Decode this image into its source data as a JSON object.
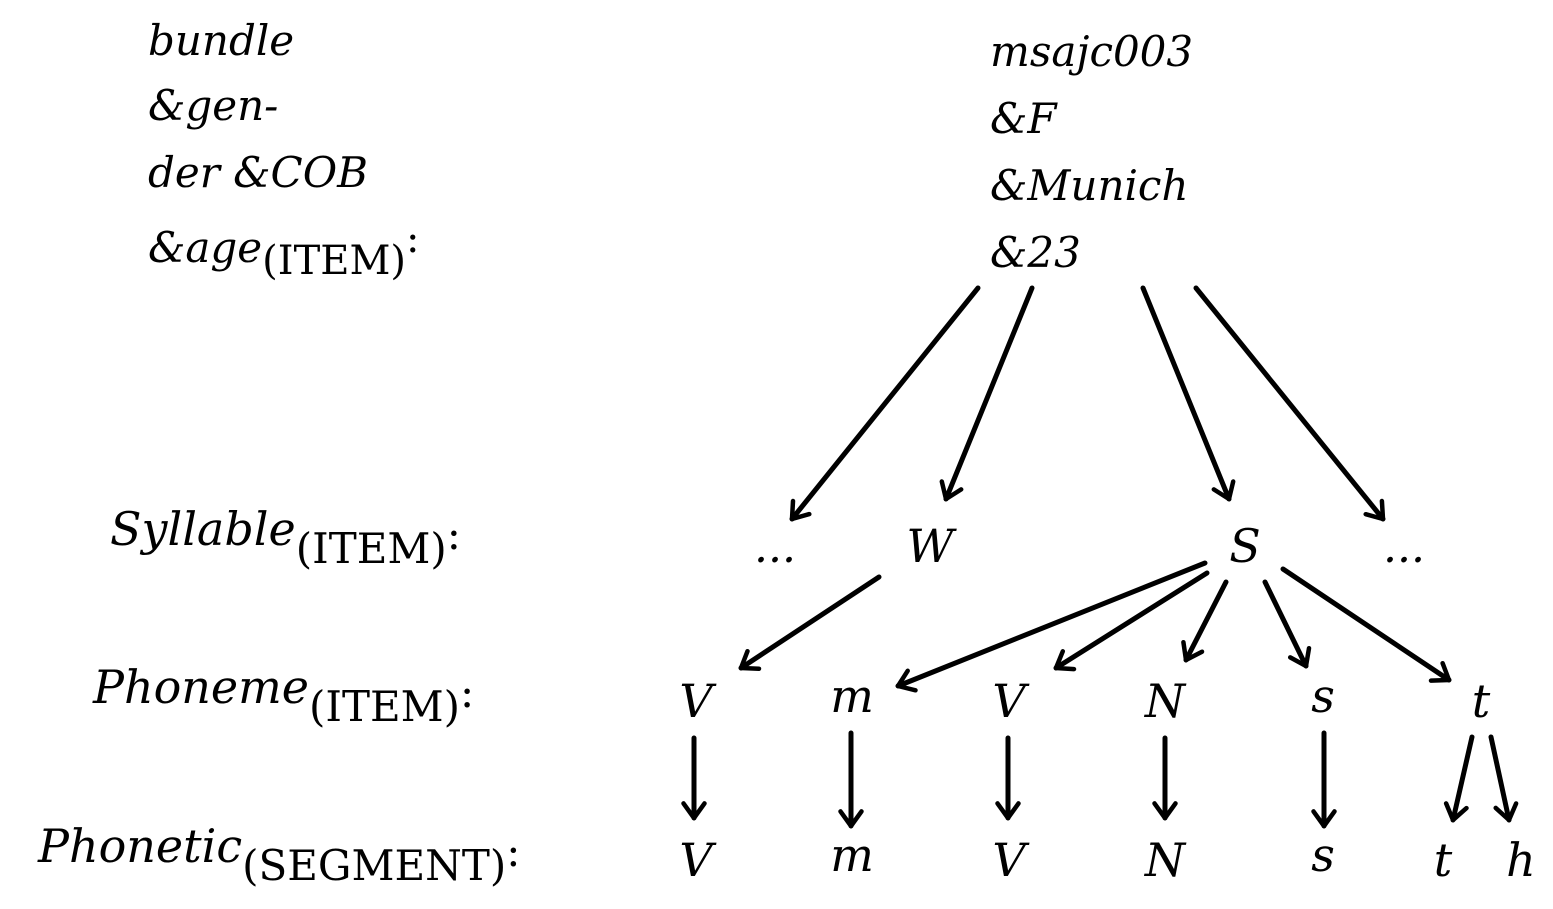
{
  "bundle_row": {
    "label_lines": [
      "bundle",
      "&gen-",
      "der &COB",
      "&age"
    ],
    "label_sub": "(ITEM)",
    "colon": ":",
    "value_lines": [
      "msajc003",
      "&F",
      "&Munich",
      "&23"
    ]
  },
  "levels": {
    "syllable": {
      "name": "Syllable",
      "sub": "(ITEM)",
      "colon": ":"
    },
    "phoneme": {
      "name": "Phoneme",
      "sub": "(ITEM)",
      "colon": ":"
    },
    "phonetic": {
      "name": "Phonetic",
      "sub": "(SEGMENT)",
      "colon": ":"
    }
  },
  "syllable_nodes": [
    "...",
    "W",
    "S",
    "..."
  ],
  "phoneme_nodes": [
    "V",
    "m",
    "V",
    "N",
    "s",
    "t"
  ],
  "phonetic_nodes": [
    "V",
    "m",
    "V",
    "N",
    "s",
    "t",
    "h"
  ],
  "edges": [
    {
      "from": "bundle",
      "to": "syllable.0"
    },
    {
      "from": "bundle",
      "to": "syllable.1"
    },
    {
      "from": "bundle",
      "to": "syllable.2"
    },
    {
      "from": "bundle",
      "to": "syllable.3"
    },
    {
      "from": "syllable.1",
      "to": "phoneme.0"
    },
    {
      "from": "syllable.2",
      "to": "phoneme.1"
    },
    {
      "from": "syllable.2",
      "to": "phoneme.2"
    },
    {
      "from": "syllable.2",
      "to": "phoneme.3"
    },
    {
      "from": "syllable.2",
      "to": "phoneme.4"
    },
    {
      "from": "syllable.2",
      "to": "phoneme.5"
    },
    {
      "from": "phoneme.0",
      "to": "phonetic.0"
    },
    {
      "from": "phoneme.1",
      "to": "phonetic.1"
    },
    {
      "from": "phoneme.2",
      "to": "phonetic.2"
    },
    {
      "from": "phoneme.3",
      "to": "phonetic.3"
    },
    {
      "from": "phoneme.4",
      "to": "phonetic.4"
    },
    {
      "from": "phoneme.5",
      "to": "phonetic.5"
    },
    {
      "from": "phoneme.5",
      "to": "phonetic.6"
    }
  ]
}
